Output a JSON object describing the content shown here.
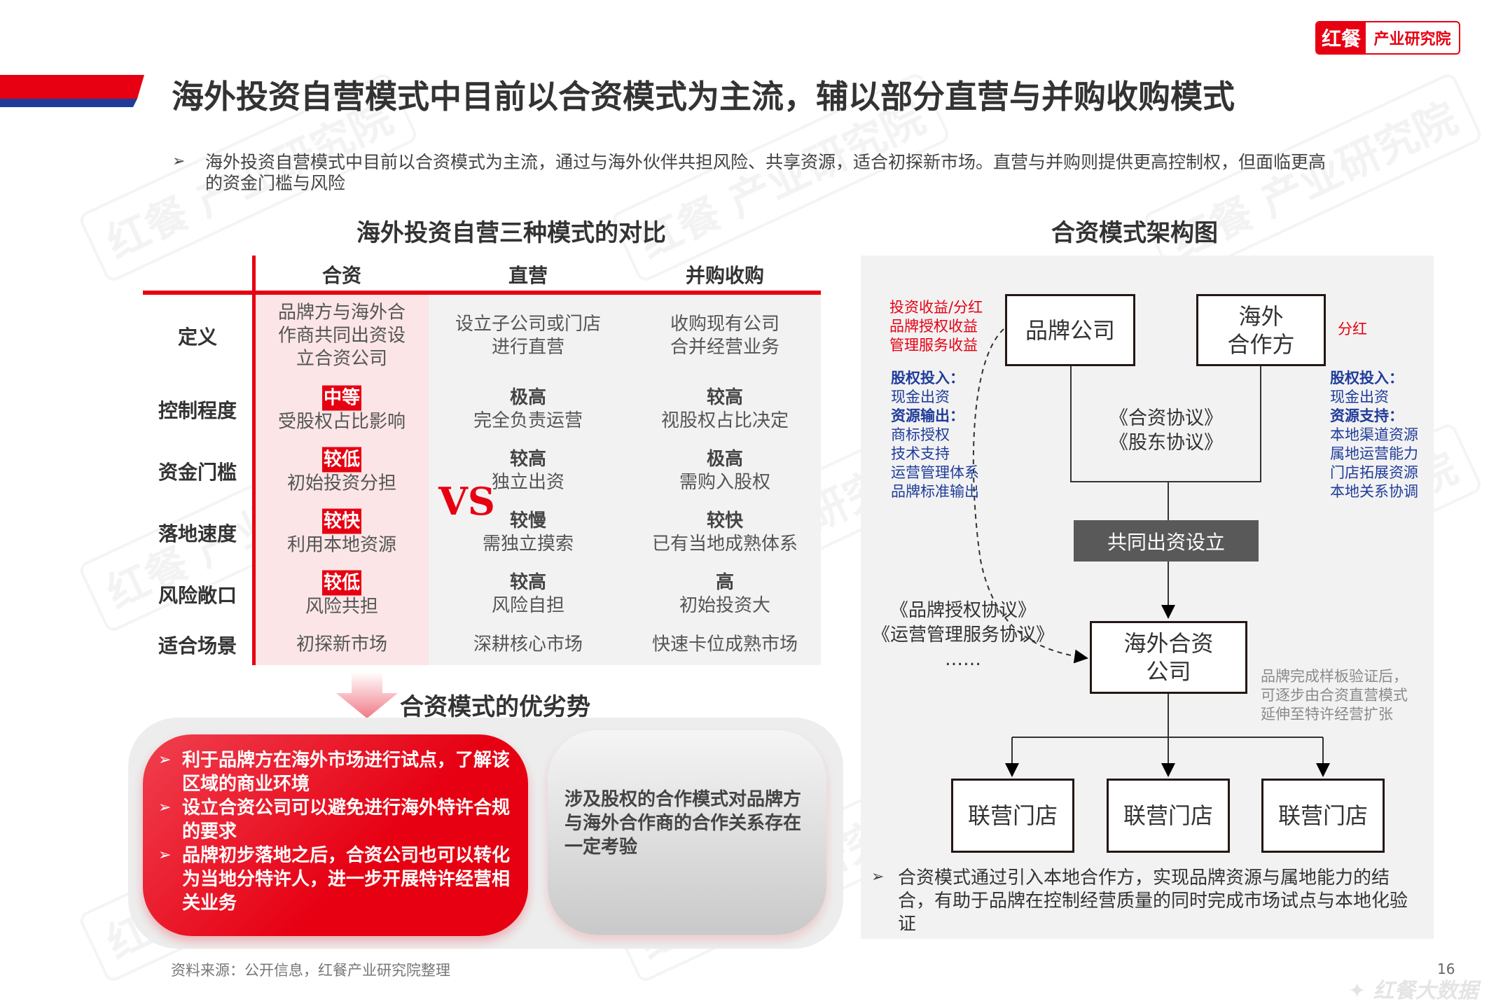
{
  "logo": {
    "mark": "红餐",
    "text": "产业研究院"
  },
  "title": "海外投资自营模式中目前以合资模式为主流，辅以部分直营与并购收购模式",
  "intro": "海外投资自营模式中目前以合资模式为主流，通过与海外伙伴共担风险、共享资源，适合初探新市场。直营与并购则提供更高控制权，但面临更高的资金门槛与风险",
  "comparison": {
    "title": "海外投资自营三种模式的对比",
    "headers": [
      "合资",
      "直营",
      "并购收购"
    ],
    "vs": "VS",
    "rows": [
      {
        "label": "定义",
        "cells": [
          {
            "tag": "",
            "text": "品牌方与海外合\n作商共同出资设\n立合资公司"
          },
          {
            "tag": "",
            "text": "设立子公司或门店\n进行直营"
          },
          {
            "tag": "",
            "text": "收购现有公司\n合并经营业务"
          }
        ]
      },
      {
        "label": "控制程度",
        "cells": [
          {
            "tag": "中等",
            "text": "受股权占比影响"
          },
          {
            "tag": "极高",
            "text": "完全负责运营"
          },
          {
            "tag": "较高",
            "text": "视股权占比决定"
          }
        ]
      },
      {
        "label": "资金门槛",
        "cells": [
          {
            "tag": "较低",
            "text": "初始投资分担"
          },
          {
            "tag": "较高",
            "text": "独立出资"
          },
          {
            "tag": "极高",
            "text": "需购入股权"
          }
        ]
      },
      {
        "label": "落地速度",
        "cells": [
          {
            "tag": "较快",
            "text": "利用本地资源"
          },
          {
            "tag": "较慢",
            "text": "需独立摸索"
          },
          {
            "tag": "较快",
            "text": "已有当地成熟体系"
          }
        ]
      },
      {
        "label": "风险敞口",
        "cells": [
          {
            "tag": "较低",
            "text": "风险共担"
          },
          {
            "tag": "较高",
            "text": "风险自担"
          },
          {
            "tag": "高",
            "text": "初始投资大"
          }
        ]
      },
      {
        "label": "适合场景",
        "cells": [
          {
            "tag": "",
            "text": "初探新市场"
          },
          {
            "tag": "",
            "text": "深耕核心市场"
          },
          {
            "tag": "",
            "text": "快速卡位成熟市场"
          }
        ]
      }
    ]
  },
  "pros_cons": {
    "title": "合资模式的优劣势",
    "pros": [
      "利于品牌方在海外市场进行试点，了解该区域的商业环境",
      "设立合资公司可以避免进行海外特许合规的要求",
      "品牌初步落地之后，合资公司也可以转化为当地分特许人，进一步开展特许经营相关业务"
    ],
    "cons": "涉及股权的合作模式对品牌方与海外合作商的合作关系存在一定考验"
  },
  "source": "资料来源：公开信息，红餐产业研究院整理",
  "diagram": {
    "title": "合资模式架构图",
    "brand": "品牌公司",
    "partner": "海外\n合作方",
    "brand_income": [
      "投资收益/分红",
      "品牌授权收益",
      "管理服务收益"
    ],
    "partner_income": "分红",
    "brand_input": [
      {
        "h": "股权投入：",
        "items": [
          "现金出资"
        ]
      },
      {
        "h": "资源输出：",
        "items": [
          "商标授权",
          "技术支持",
          "运营管理体系",
          "品牌标准输出"
        ]
      }
    ],
    "partner_input": [
      {
        "h": "股权投入：",
        "items": [
          "现金出资"
        ]
      },
      {
        "h": "资源支持：",
        "items": [
          "本地渠道资源",
          "属地运营能力",
          "门店拓展资源",
          "本地关系协调"
        ]
      }
    ],
    "agreements": [
      "《合资协议》",
      "《股东协议》"
    ],
    "joint": "共同出资设立",
    "jv": "海外合资\n公司",
    "brand_agreements": [
      "《品牌授权协议》",
      "《运营管理服务协议》",
      "……"
    ],
    "jv_note": [
      "品牌完成样板验证后，",
      "可逐步由合资直营模式",
      "延伸至特许经营扩张"
    ],
    "stores": [
      "联营门店",
      "联营门店",
      "联营门店"
    ],
    "conclusion": "合资模式通过引入本地合作方，实现品牌资源与属地能力的结合，有助于品牌在控制经营质量的同时完成市场试点与本地化验证"
  },
  "page_number": "16",
  "footer_watermark": "红餐大数据",
  "watermark": "红餐 产业研究院",
  "colors": {
    "accent": "#e60012",
    "navy": "#1f3c9a",
    "panel": "#f2f2f2",
    "dark_box": "#595959"
  }
}
